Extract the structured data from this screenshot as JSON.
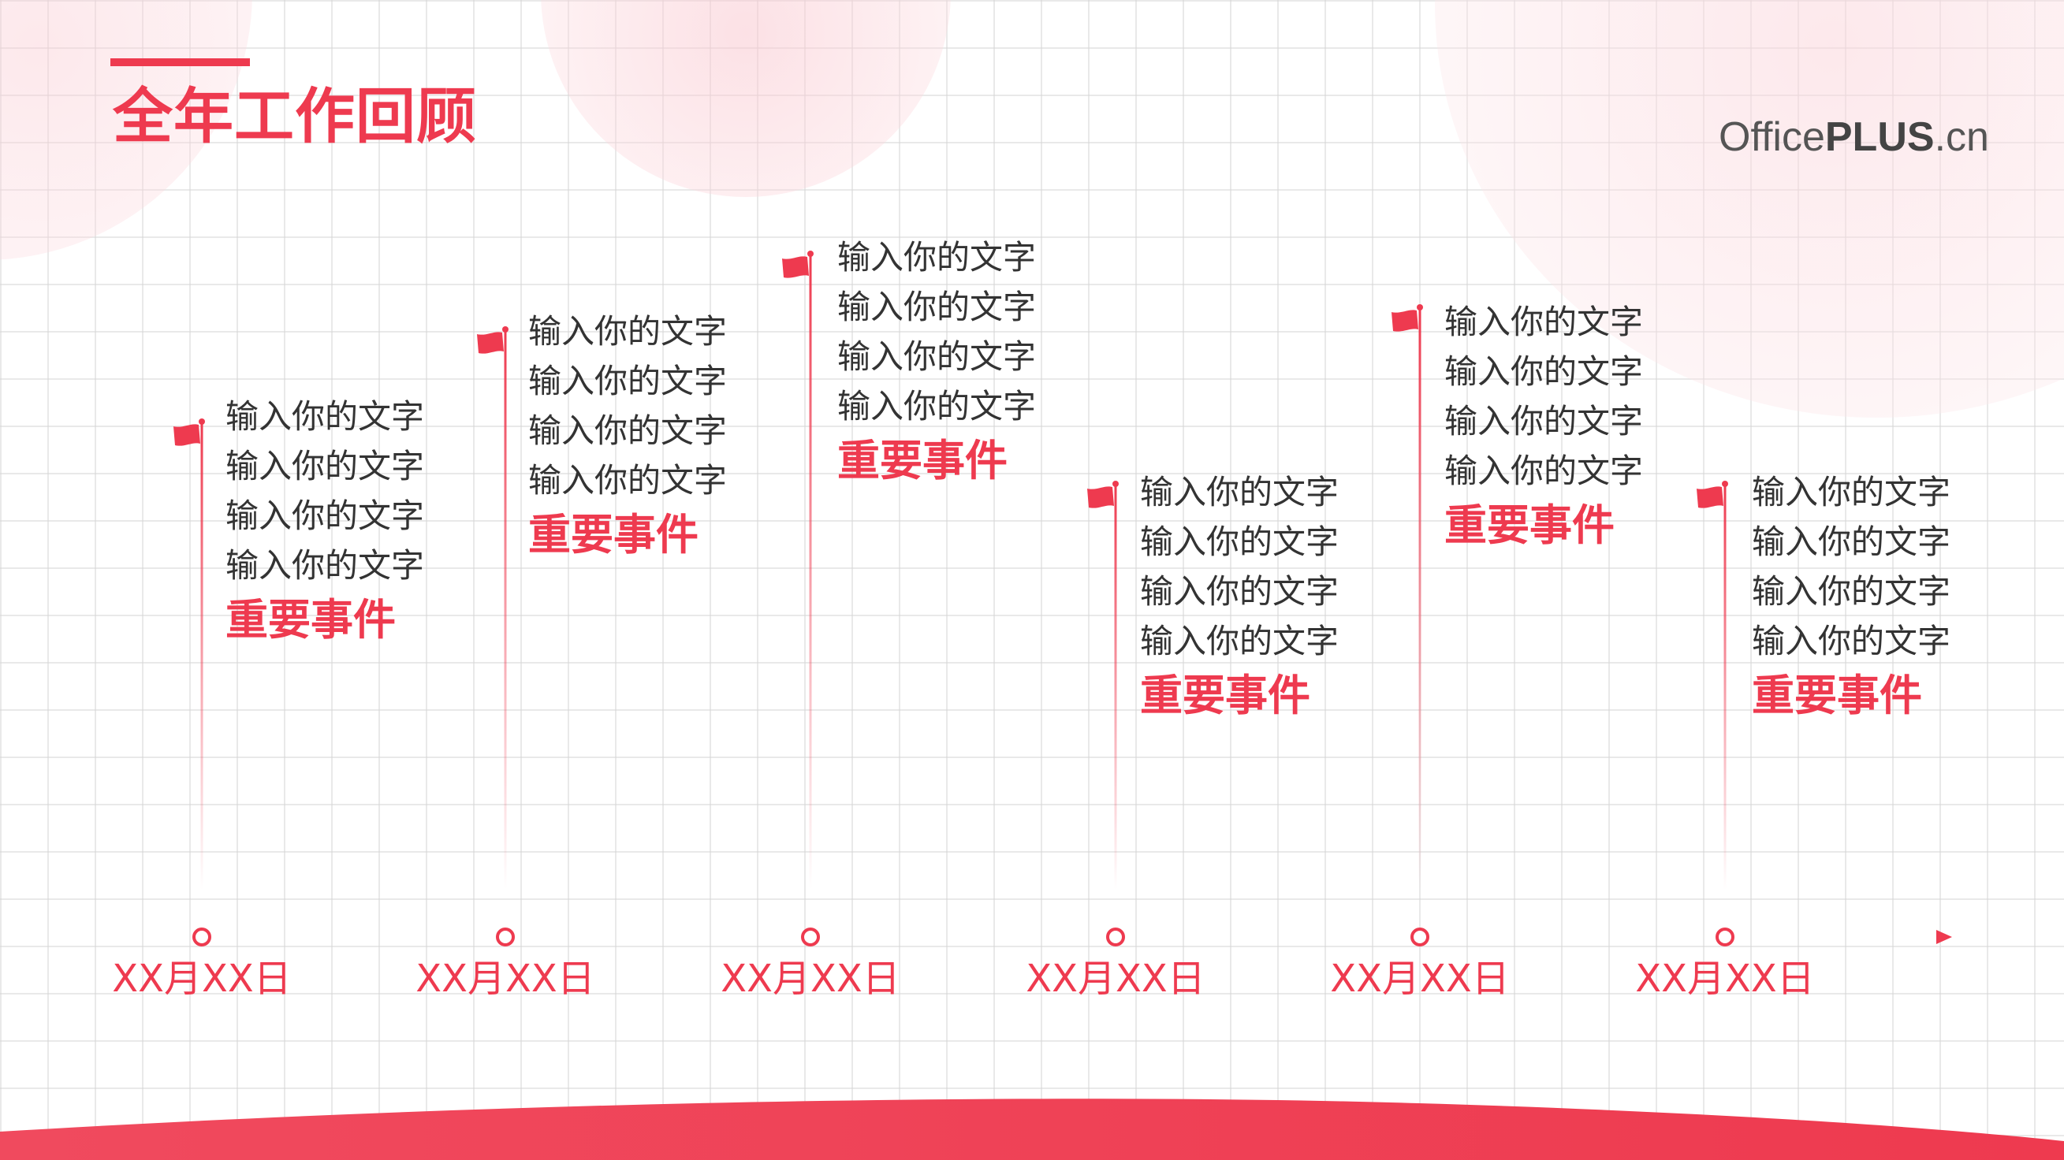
{
  "title": "全年工作回顾",
  "brand": {
    "part1": "Office",
    "part2": "PLUS",
    "part3": ".cn"
  },
  "colors": {
    "accent": "#ee3a4f",
    "text": "#333333",
    "grid": "#d9d9d9"
  },
  "icons": [
    "flag-icon",
    "milestone-circle-icon",
    "arrow-head-icon"
  ],
  "events": [
    {
      "date": "XX月XX日",
      "lines": [
        "输入你的文字",
        "输入你的文字",
        "输入你的文字",
        "输入你的文字"
      ],
      "title": "重要事件"
    },
    {
      "date": "XX月XX日",
      "lines": [
        "输入你的文字",
        "输入你的文字",
        "输入你的文字",
        "输入你的文字"
      ],
      "title": "重要事件"
    },
    {
      "date": "XX月XX日",
      "lines": [
        "输入你的文字",
        "输入你的文字",
        "输入你的文字",
        "输入你的文字"
      ],
      "title": "重要事件"
    },
    {
      "date": "XX月XX日",
      "lines": [
        "输入你的文字",
        "输入你的文字",
        "输入你的文字",
        "输入你的文字"
      ],
      "title": "重要事件"
    },
    {
      "date": "XX月XX日",
      "lines": [
        "输入你的文字",
        "输入你的文字",
        "输入你的文字",
        "输入你的文字"
      ],
      "title": "重要事件"
    },
    {
      "date": "XX月XX日",
      "lines": [
        "输入你的文字",
        "输入你的文字",
        "输入你的文字",
        "输入你的文字"
      ],
      "title": "重要事件"
    }
  ]
}
